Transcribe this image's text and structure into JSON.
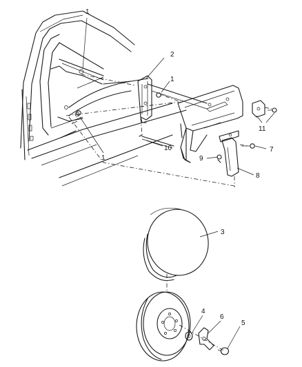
{
  "callouts": [
    {
      "id": "c1a",
      "text": "1"
    },
    {
      "id": "c2",
      "text": "2"
    },
    {
      "id": "c1b",
      "text": "1"
    },
    {
      "id": "c1c",
      "text": "1"
    },
    {
      "id": "c10",
      "text": "10"
    },
    {
      "id": "c11",
      "text": "11"
    },
    {
      "id": "c7",
      "text": "7"
    },
    {
      "id": "c9",
      "text": "9"
    },
    {
      "id": "c8",
      "text": "8"
    },
    {
      "id": "c3",
      "text": "3"
    },
    {
      "id": "c4",
      "text": "4"
    },
    {
      "id": "c6",
      "text": "6"
    },
    {
      "id": "c5",
      "text": "5"
    }
  ]
}
